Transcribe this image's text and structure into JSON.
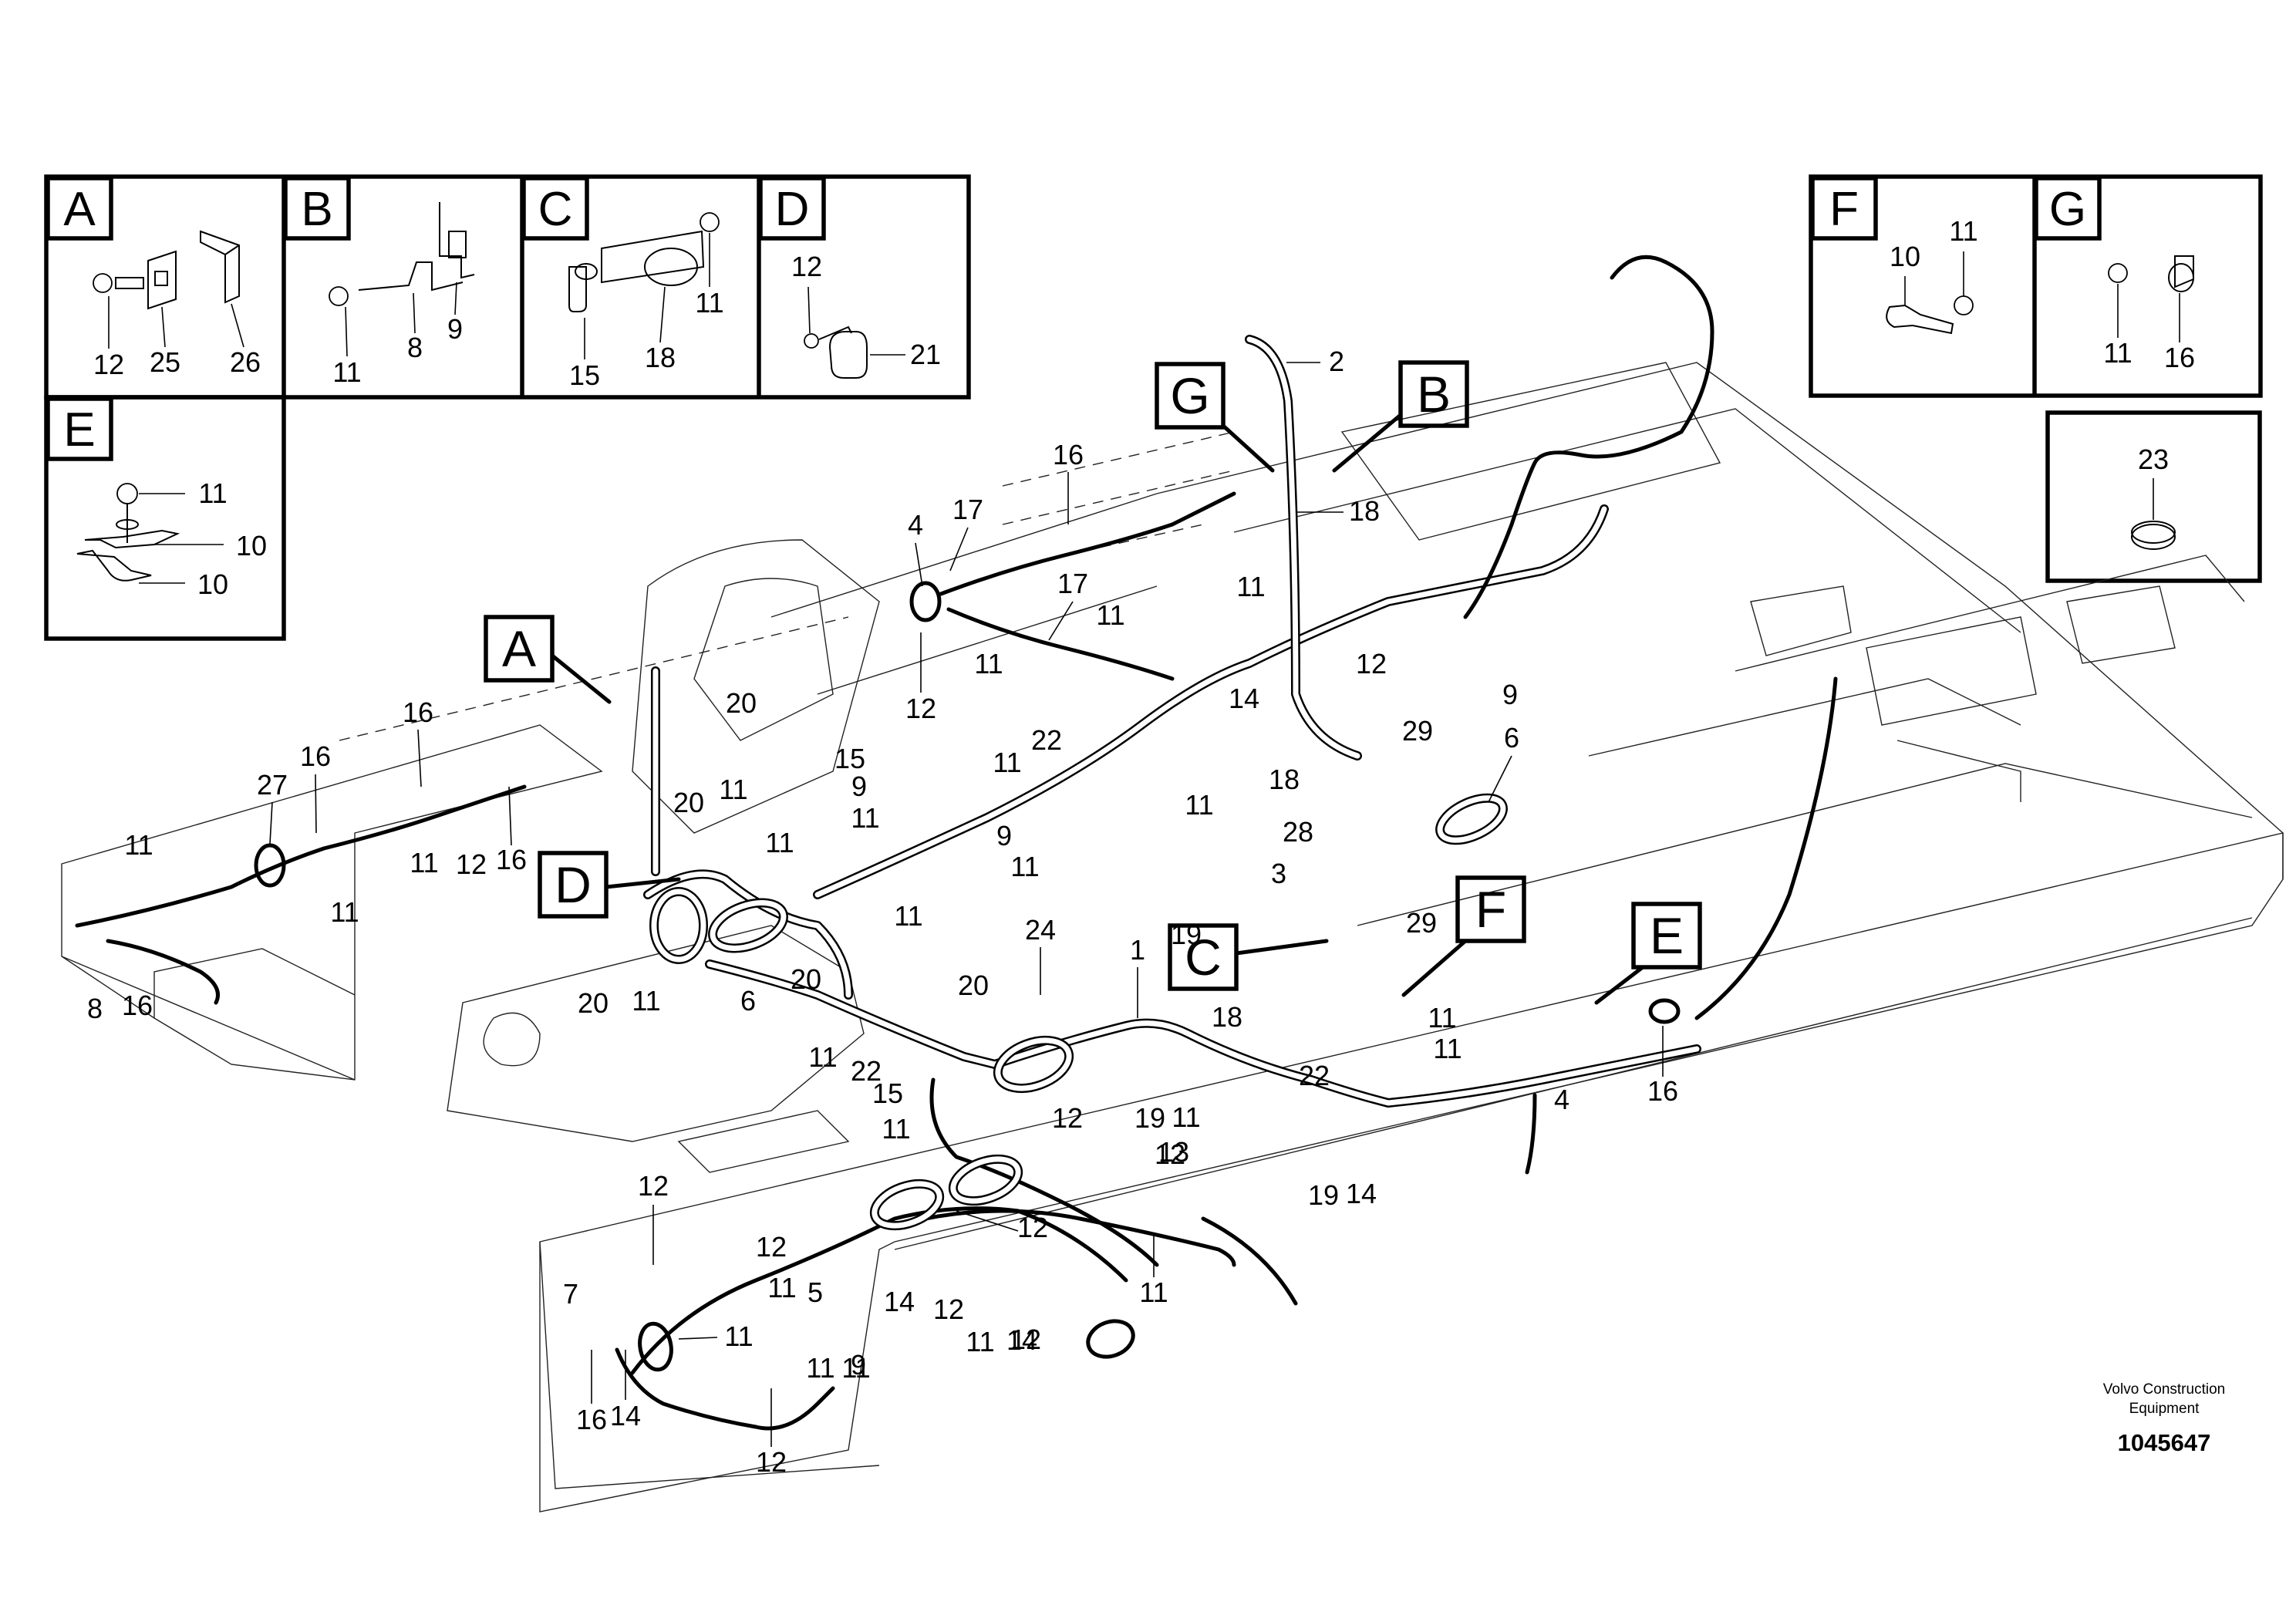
{
  "detail_boxes": {
    "A": {
      "letter": "A",
      "labels": [
        "12",
        "25",
        "26"
      ]
    },
    "B": {
      "letter": "B",
      "labels": [
        "11",
        "8",
        "9"
      ]
    },
    "C": {
      "letter": "C",
      "labels": [
        "15",
        "18",
        "11"
      ]
    },
    "D": {
      "letter": "D",
      "labels": [
        "12",
        "21"
      ]
    },
    "E": {
      "letter": "E",
      "labels": [
        "11",
        "10",
        "10"
      ]
    },
    "F": {
      "letter": "F",
      "labels": [
        "10",
        "11"
      ]
    },
    "G": {
      "letter": "G",
      "labels": [
        "11",
        "16"
      ]
    },
    "plug": {
      "labels": [
        "23"
      ]
    }
  },
  "callouts": {
    "A": "A",
    "B": "B",
    "C": "C",
    "D": "D",
    "E": "E",
    "F": "F",
    "G": "G"
  },
  "part_labels": [
    "2",
    "18",
    "16",
    "17",
    "4",
    "11",
    "17",
    "11",
    "12",
    "11",
    "22",
    "11",
    "14",
    "11",
    "12",
    "18",
    "29",
    "6",
    "28",
    "3",
    "29",
    "9",
    "20",
    "15",
    "9",
    "11",
    "20",
    "11",
    "11",
    "9",
    "11",
    "11",
    "16",
    "16",
    "27",
    "11",
    "11",
    "12",
    "16",
    "11",
    "8",
    "16",
    "20",
    "11",
    "6",
    "20",
    "20",
    "24",
    "1",
    "19",
    "18",
    "11",
    "22",
    "11",
    "11",
    "22",
    "15",
    "11",
    "12",
    "19",
    "11",
    "12",
    "19",
    "14",
    "4",
    "16",
    "12",
    "12",
    "5",
    "12",
    "13",
    "11",
    "7",
    "11",
    "9",
    "16",
    "14",
    "12",
    "14",
    "12",
    "14",
    "11",
    "12",
    "11",
    "11",
    "11"
  ],
  "footer": {
    "brand_line1": "Volvo Construction",
    "brand_line2": "Equipment",
    "part_number": "1045647"
  }
}
